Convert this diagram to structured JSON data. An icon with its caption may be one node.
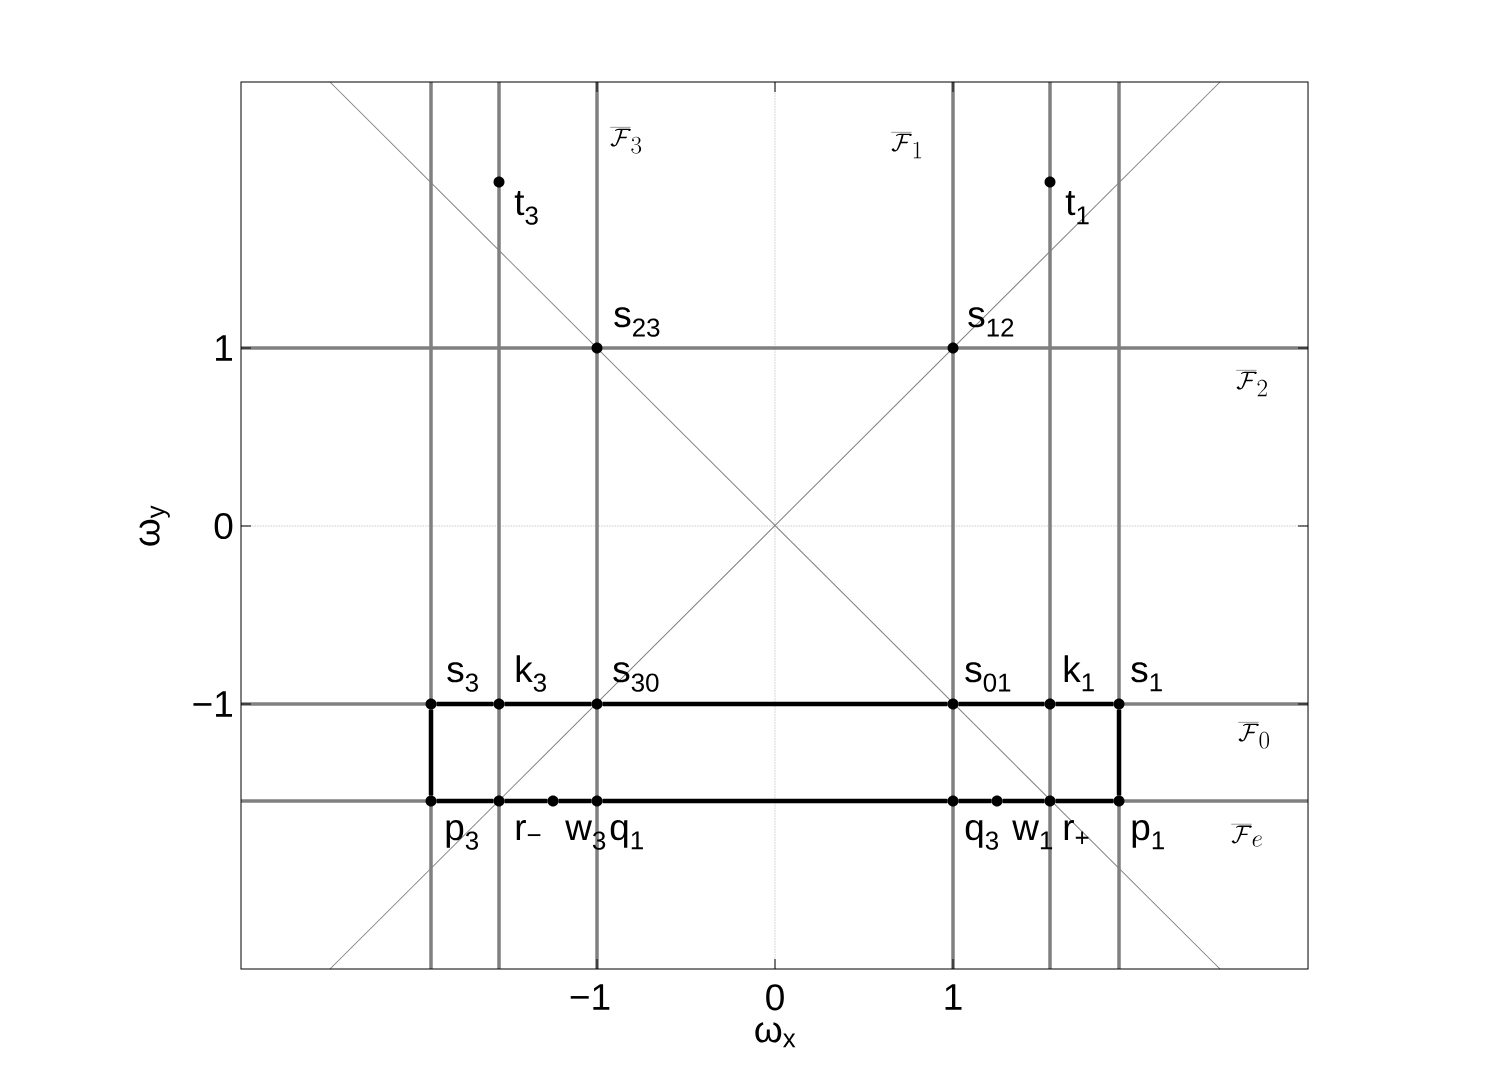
{
  "diagram": {
    "nodes": [
      {
        "text": [],
        "shape": "circle",
        "beside": [
          "t$_{3}$"
        ]
      },
      {
        "text": [],
        "shape": "circle",
        "beside": [
          "t$_{1}$"
        ]
      },
      {
        "text": [],
        "shape": "circle",
        "beside": [
          "s$_{23}$"
        ]
      },
      {
        "text": [],
        "shape": "circle",
        "beside": [
          "s$_{12}$"
        ]
      },
      {
        "text": [],
        "shape": "circle",
        "beside": [
          "s$_{3}$"
        ]
      },
      {
        "text": [],
        "shape": "circle",
        "beside": [
          "k$_{3}$"
        ]
      },
      {
        "text": [],
        "shape": "circle",
        "beside": [
          "s$_{30}$"
        ]
      },
      {
        "text": [],
        "shape": "circle",
        "beside": [
          "s$_{01}$"
        ]
      },
      {
        "text": [],
        "shape": "circle",
        "beside": [
          "k$_{1}$"
        ]
      },
      {
        "text": [],
        "shape": "circle",
        "beside": [
          "s$_{1}$"
        ]
      },
      {
        "text": [],
        "shape": "circle",
        "beside": [
          "p$_{3}$"
        ]
      },
      {
        "text": [],
        "shape": "circle",
        "beside": [
          "r$_{−}$"
        ]
      },
      {
        "text": [],
        "shape": "circle",
        "beside": [
          "w$_{3}$"
        ]
      },
      {
        "text": [],
        "shape": "circle",
        "beside": [
          "q$_{1}$"
        ]
      },
      {
        "text": [],
        "shape": "circle",
        "beside": [
          "q$_{3}$"
        ]
      },
      {
        "text": [],
        "shape": "circle",
        "beside": [
          "w$_{1}$"
        ]
      },
      {
        "text": [],
        "shape": "circle",
        "beside": [
          "r$_{+}$"
        ]
      },
      {
        "text": [],
        "shape": "circle",
        "beside": [
          "p$_{1}$"
        ]
      }
    ],
    "edges": [
      {
        "from": 4,
        "to": 5,
        "arrow": "none"
      },
      {
        "from": 5,
        "to": 6,
        "arrow": "none"
      },
      {
        "from": 6,
        "to": 7,
        "arrow": "none"
      },
      {
        "from": 7,
        "to": 8,
        "arrow": "none"
      },
      {
        "from": 8,
        "to": 9,
        "arrow": "none"
      },
      {
        "from": 9,
        "to": 17,
        "arrow": "none"
      },
      {
        "from": 17,
        "to": 16,
        "arrow": "none"
      },
      {
        "from": 16,
        "to": 15,
        "arrow": "none"
      },
      {
        "from": 15,
        "to": 14,
        "arrow": "none"
      },
      {
        "from": 14,
        "to": 13,
        "arrow": "none"
      },
      {
        "from": 13,
        "to": 12,
        "arrow": "none"
      },
      {
        "from": 12,
        "to": 11,
        "arrow": "none"
      },
      {
        "from": 11,
        "to": 10,
        "arrow": "none"
      },
      {
        "from": 10,
        "to": 4,
        "arrow": "none"
      }
    ],
    "labels": [
      "\\overline{\\mathcal{F}}_3",
      "\\overline{\\mathcal{F}}_1",
      "1",
      "\\overline{\\mathcal{F}}_2",
      "0",
      "−1",
      "\\overline{\\mathcal{F}}_0",
      "\\overline{\\mathcal{F}}_e",
      "−1",
      "0",
      "1",
      "ω$_{x}$",
      "ω$_{y}$"
    ]
  }
}
